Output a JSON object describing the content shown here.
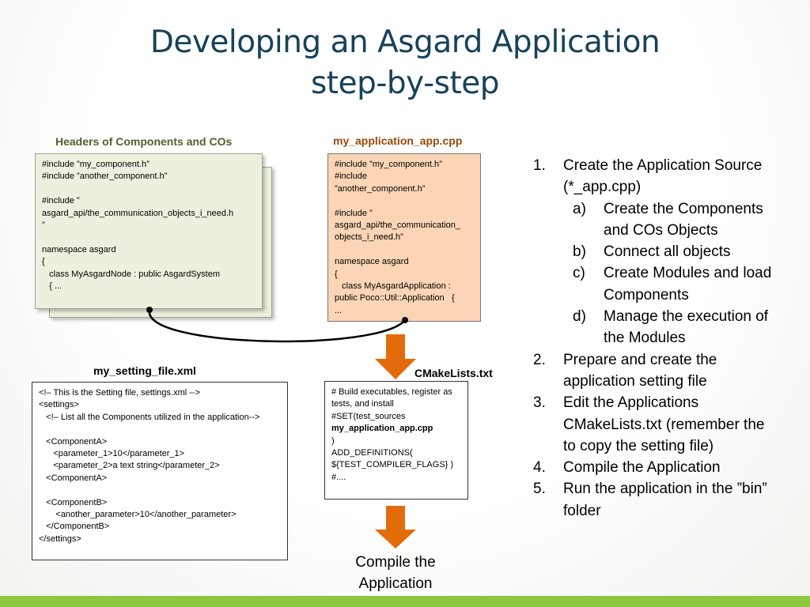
{
  "title_line1": "Developing an Asgard Application",
  "title_line2": "step-by-step",
  "headers_caption": "Headers of Components and COs",
  "headers_code": "#include ”my_component.h”\n#include ”another_component.h”\n\n#include ”\nasgard_api/the_communication_objects_i_need.h\n”\n\nnamespace asgard\n{\n   class MyAsgardNode : public AsgardSystem\n   { ...",
  "app_caption": "my_application_app.cpp",
  "app_code": "#include ”my_component.h”\n#include\n”another_component.h”\n\n#include ”\nasgard_api/the_communication_\nobjects_i_need.h”\n\nnamespace asgard\n{\n   class MyAsgardApplication :\npublic Poco::Util::Application   {\n...",
  "xml_caption": "my_setting_file.xml",
  "xml_code": "<!– This is the Setting file, settings.xml -->\n<settings>\n   <!– List all the Components utilized in the application-->\n\n   <ComponentA>\n      <parameter_1>10</parameter_1>\n      <parameter_2>a text string</parameter_2>\n   <ComponentA>\n\n   <ComponentB>\n       <another_parameter>10</another_parameter>\n   </ComponentB>\n</settings>",
  "cmake_caption": "CMakeLists.txt",
  "cmake_code_1": "# Build executables, register as\ntests, and install\n#SET(test_sources\n",
  "cmake_code_bold": "my_application_app.cpp",
  "cmake_code_2": "\n)\nADD_DEFINITIONS(\n${TEST_COMPILER_FLAGS} )\n#....",
  "compile_label_1": "Compile the",
  "compile_label_2": "Application",
  "steps": [
    {
      "num": "1.",
      "line1": "Create the Application Source",
      "line2": "(*_app.cpp)"
    },
    {
      "num": "2.",
      "line1": "Prepare and create the",
      "line2": "application setting file"
    },
    {
      "num": "3.",
      "line1": "Edit the Applications",
      "line2": "CMakeLists.txt (remember the",
      "line3": "to copy the setting file)"
    },
    {
      "num": "4.",
      "line1": "Compile the Application"
    },
    {
      "num": "5.",
      "line1": "Run the application in the ”bin”",
      "line2": "folder"
    }
  ],
  "substeps": [
    {
      "num": "a)",
      "line1": "Create the Components",
      "line2": "and COs Objects"
    },
    {
      "num": "b)",
      "line1": "Connect all objects"
    },
    {
      "num": "c)",
      "line1": "Create Modules and load",
      "line2": "Components"
    },
    {
      "num": "d)",
      "line1": "Manage the execution of",
      "line2": "the Modules"
    }
  ],
  "colors": {
    "title": "#17425a",
    "caption_green": "#4f6228",
    "caption_orange": "#984807",
    "arrow_orange": "#e36c0a",
    "header_fill": "#ebf1de",
    "app_fill": "#fbd5b5",
    "bottom_bar": "#8dc63f"
  }
}
